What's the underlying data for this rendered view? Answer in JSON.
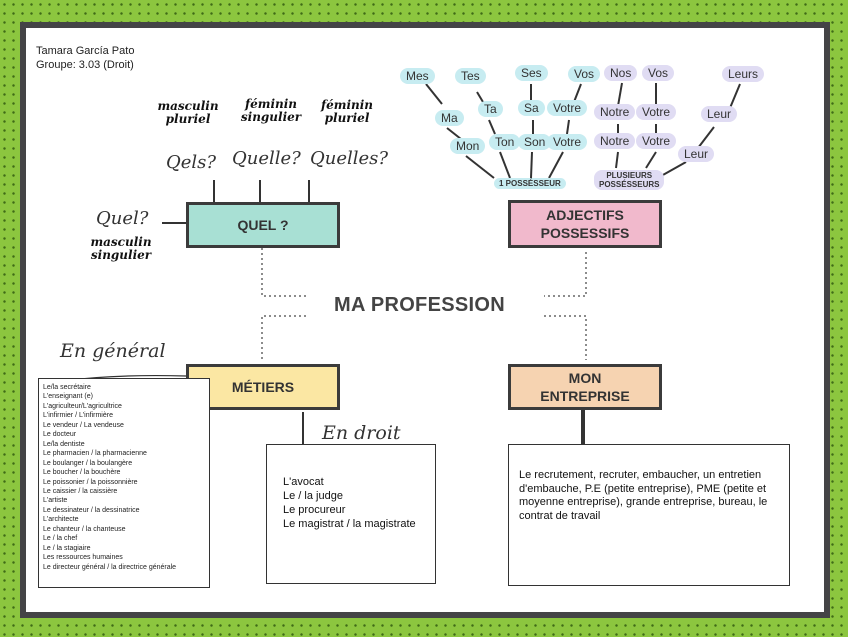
{
  "author": {
    "name": "Tamara García Pato",
    "group": "Groupe: 3.03 (Droit)"
  },
  "center_title": "MA PROFESSION",
  "quel": {
    "box_label": "QUEL ?",
    "forms": [
      "Qels?",
      "Quelle?",
      "Quelles?",
      "Quel?"
    ],
    "genders": [
      {
        "line1": "masculin",
        "line2": "pluriel"
      },
      {
        "line1": "féminin",
        "line2": "singulier"
      },
      {
        "line1": "féminin",
        "line2": "pluriel"
      },
      {
        "line1": "masculin",
        "line2": "singulier"
      }
    ]
  },
  "possessifs": {
    "box_label": "ADJECTIFS POSSESSIFS",
    "singular_tag": "1 POSSÉSSEUR",
    "plural_tag_line1": "PLUSIEURS",
    "plural_tag_line2": "POSSÉSSEURS",
    "words": [
      "Mes",
      "Tes",
      "Ses",
      "Vos",
      "Nos",
      "Vos",
      "Leurs",
      "Ma",
      "Ta",
      "Sa",
      "Votre",
      "Notre",
      "Votre",
      "Leur",
      "Mon",
      "Ton",
      "Son",
      "Votre",
      "Notre",
      "Votre",
      "Leur"
    ]
  },
  "metiers": {
    "box_label": "MÉTIERS",
    "general_label": "En général",
    "general_list": [
      "Le/la secrétaire",
      "L'enseignant (e)",
      "L'agriculteur/L'agricultrice",
      "L'infirmier / L'infirmière",
      "Le vendeur / La vendeuse",
      "Le docteur",
      "Le/la dentiste",
      "Le pharmacien / la pharmacienne",
      "Le boulanger / la boulangère",
      "Le boucher / la bouchère",
      "Le poissonier / la poissonnière",
      "Le caissier / la caissière",
      "L'artiste",
      "Le dessinateur / la dessinatrice",
      "L'architecte",
      "Le chanteur / la chanteuse",
      "Le / la chef",
      "Le / la stagiaire",
      "Les ressources humaines",
      "Le directeur général / la directrice générale"
    ],
    "droit_label": "En droit",
    "droit_list": [
      "L'avocat",
      "Le / la judge",
      "Le procureur",
      "Le magistrat / la magistrate"
    ]
  },
  "entreprise": {
    "box_label": "MON ENTREPRISE",
    "text": "Le recrutement, recruter, embaucher, un entretien d'embauche, P.E (petite entreprise), PME (petite et moyenne entreprise), grande entreprise, bureau, le contrat de travail"
  },
  "colors": {
    "quel": "#a8e0d4",
    "possessifs": "#f1b9cc",
    "metiers": "#fbe7a3",
    "entreprise": "#f6d3b1",
    "frame": "#444446",
    "background": "#8cc63f"
  }
}
